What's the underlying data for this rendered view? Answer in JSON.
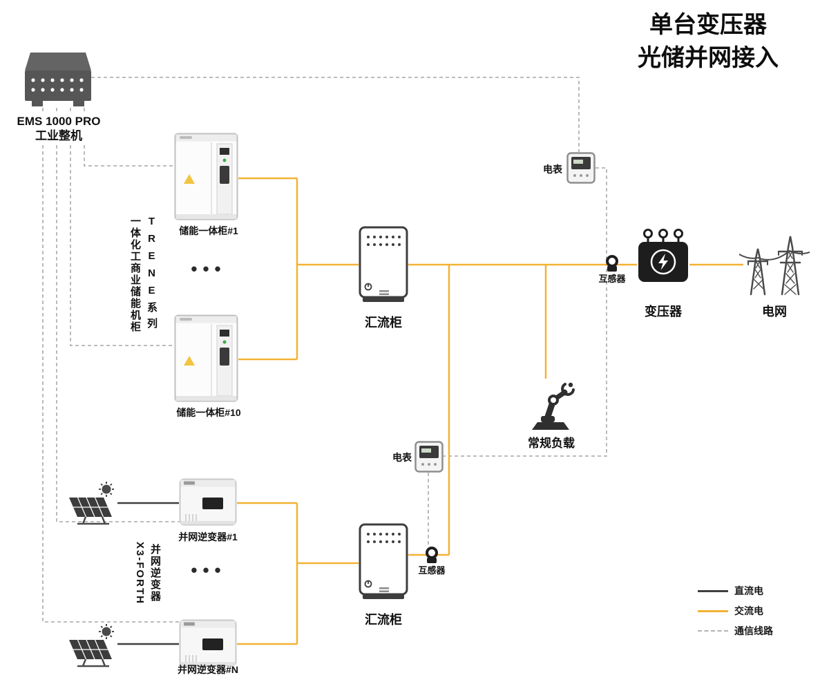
{
  "page_title": {
    "line1": "单台变压器",
    "line2": "光储并网接入"
  },
  "ems": {
    "name_line1": "EMS 1000 PRO",
    "name_line2": "工业整机"
  },
  "storage_group": {
    "vertical_label_en": "TRENE系列",
    "vertical_label_cn": "一体化工商业储能机柜",
    "cabinet_1": "储能一体柜#1",
    "cabinet_n": "储能一体柜#10",
    "ellipsis": "•••"
  },
  "pv_group": {
    "vertical_label_en": "X3-FORTH",
    "vertical_label_cn": "并网逆变器",
    "inverter_1": "并网逆变器#1",
    "inverter_n": "并网逆变器#N",
    "ellipsis": "•••"
  },
  "nodes": {
    "combiner_top": "汇流柜",
    "combiner_bottom": "汇流柜",
    "meter_top": "电表",
    "meter_bottom": "电表",
    "ct_top": "互感器",
    "ct_bottom": "互感器",
    "transformer": "变压器",
    "grid": "电网",
    "load": "常规负载"
  },
  "legend": {
    "dc_label": "直流电",
    "ac_label": "交流电",
    "comm_label": "通信线路",
    "dc_color": "#3f3f3f",
    "ac_color": "#F2B233",
    "comm_color": "#b3b3b3"
  }
}
